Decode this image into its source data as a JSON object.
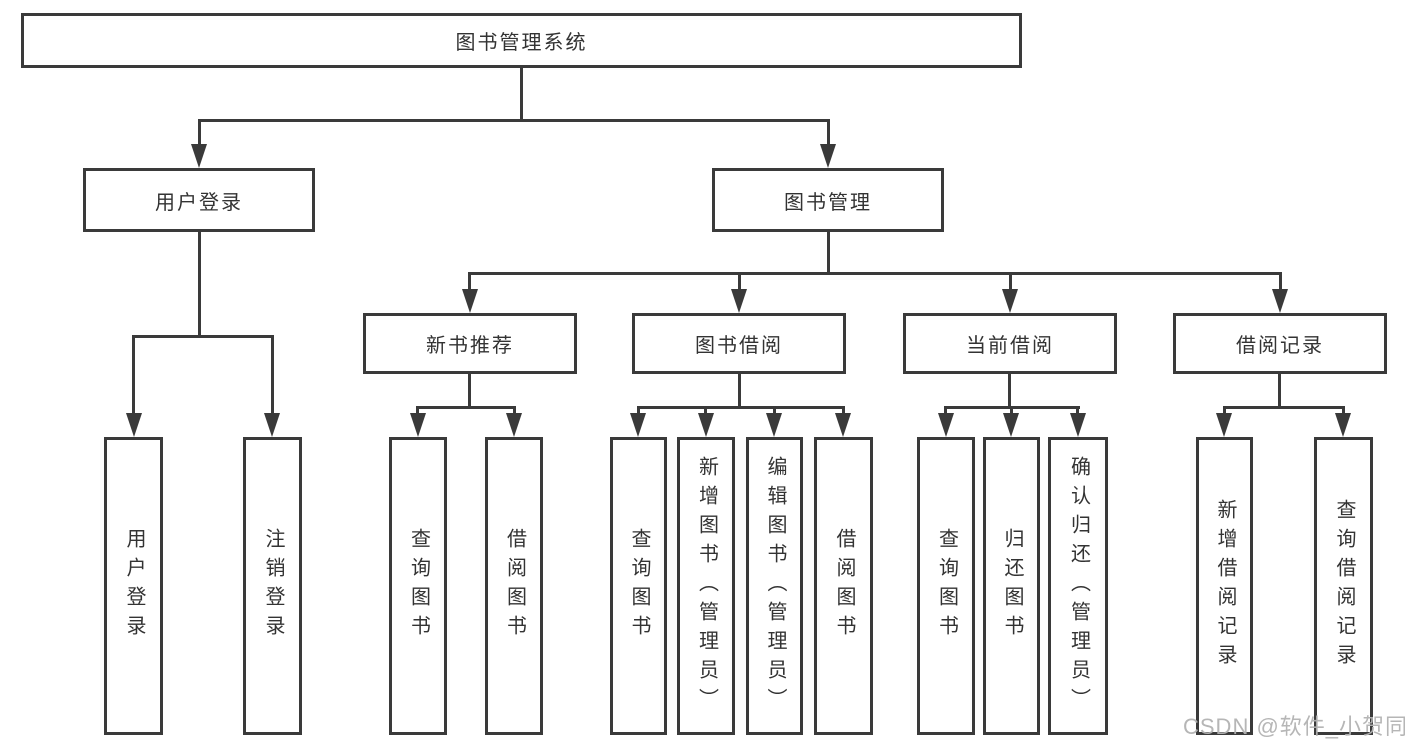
{
  "diagram": {
    "root": "图书管理系统",
    "level2": [
      "用户登录",
      "图书管理"
    ],
    "level3": [
      "新书推荐",
      "图书借阅",
      "当前借阅",
      "借阅记录"
    ],
    "leaves_user_login": [
      "用户登录",
      "注销登录"
    ],
    "leaves_new_book": [
      "查询图书",
      "借阅图书"
    ],
    "leaves_book_borrow": [
      "查询图书",
      "新增图书（管理员）",
      "编辑图书（管理员）",
      "借阅图书"
    ],
    "leaves_current_borrow": [
      "查询图书",
      "归还图书",
      "确认归还（管理员）"
    ],
    "leaves_borrow_records": [
      "新增借阅记录",
      "查询借阅记录"
    ]
  },
  "watermark": {
    "text": "CSDN @软件_小贺同学"
  },
  "colors": {
    "line": "#3a3a3a",
    "text": "#333333",
    "watermark": "#b2b2b2",
    "background": "#ffffff"
  }
}
